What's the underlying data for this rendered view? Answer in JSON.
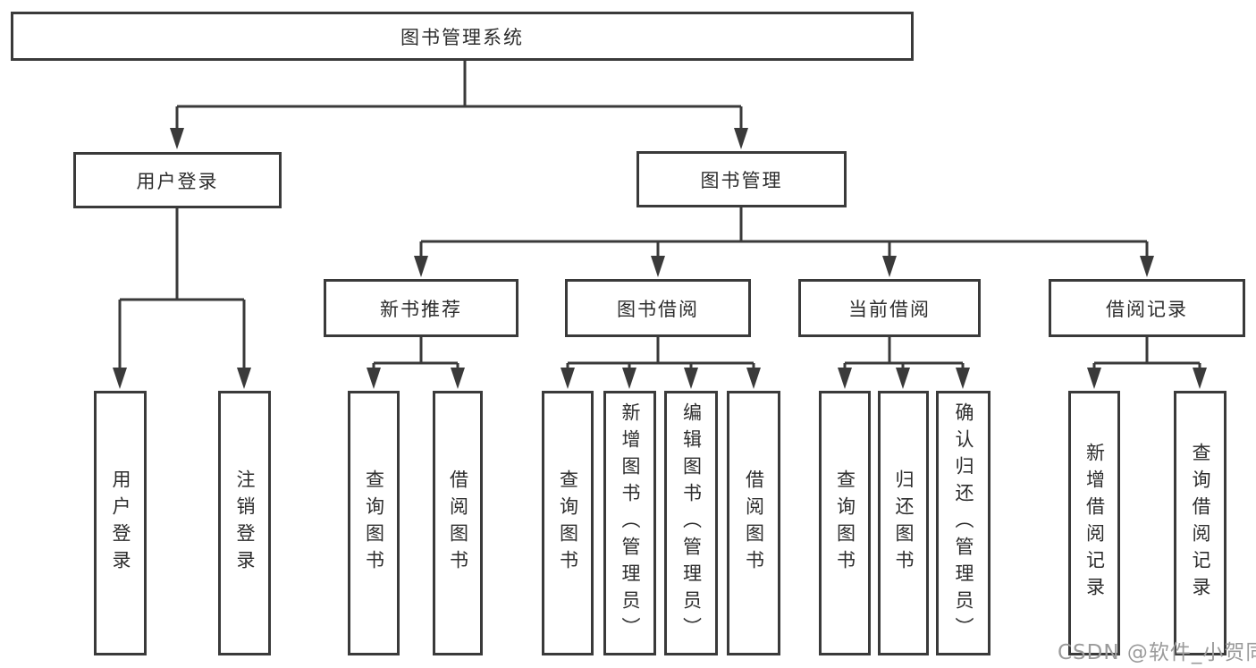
{
  "diagram": {
    "colors": {
      "line": "#3a3a3a",
      "box_border": "#3a3a3a",
      "text": "#2d2d2d",
      "watermark": "#9b9b9b",
      "background": "#ffffff"
    },
    "watermark": "CSDN @软件_小贺同学",
    "nodes": {
      "root": {
        "label": "图书管理系统"
      },
      "user_login": {
        "label": "用户登录"
      },
      "book_mgmt": {
        "label": "图书管理"
      },
      "new_book_rec": {
        "label": "新书推荐"
      },
      "book_borrow": {
        "label": "图书借阅"
      },
      "current_borrow": {
        "label": "当前借阅"
      },
      "borrow_record": {
        "label": "借阅记录"
      },
      "leaf_user_login": {
        "label": "用户登录"
      },
      "leaf_logout": {
        "label": "注销登录"
      },
      "leaf_query_book_rec": {
        "label": "查询图书"
      },
      "leaf_borrow_book_rec": {
        "label": "借阅图书"
      },
      "leaf_query_book_borrow": {
        "label": "查询图书"
      },
      "leaf_add_book": {
        "label": "新增图书（管理员）"
      },
      "leaf_edit_book": {
        "label": "编辑图书（管理员）"
      },
      "leaf_borrow_book_borrow": {
        "label": "借阅图书"
      },
      "leaf_query_book_current": {
        "label": "查询图书"
      },
      "leaf_return_book": {
        "label": "归还图书"
      },
      "leaf_confirm_return": {
        "label": "确认归还（管理员）"
      },
      "leaf_add_record": {
        "label": "新增借阅记录"
      },
      "leaf_query_record": {
        "label": "查询借阅记录"
      }
    }
  }
}
